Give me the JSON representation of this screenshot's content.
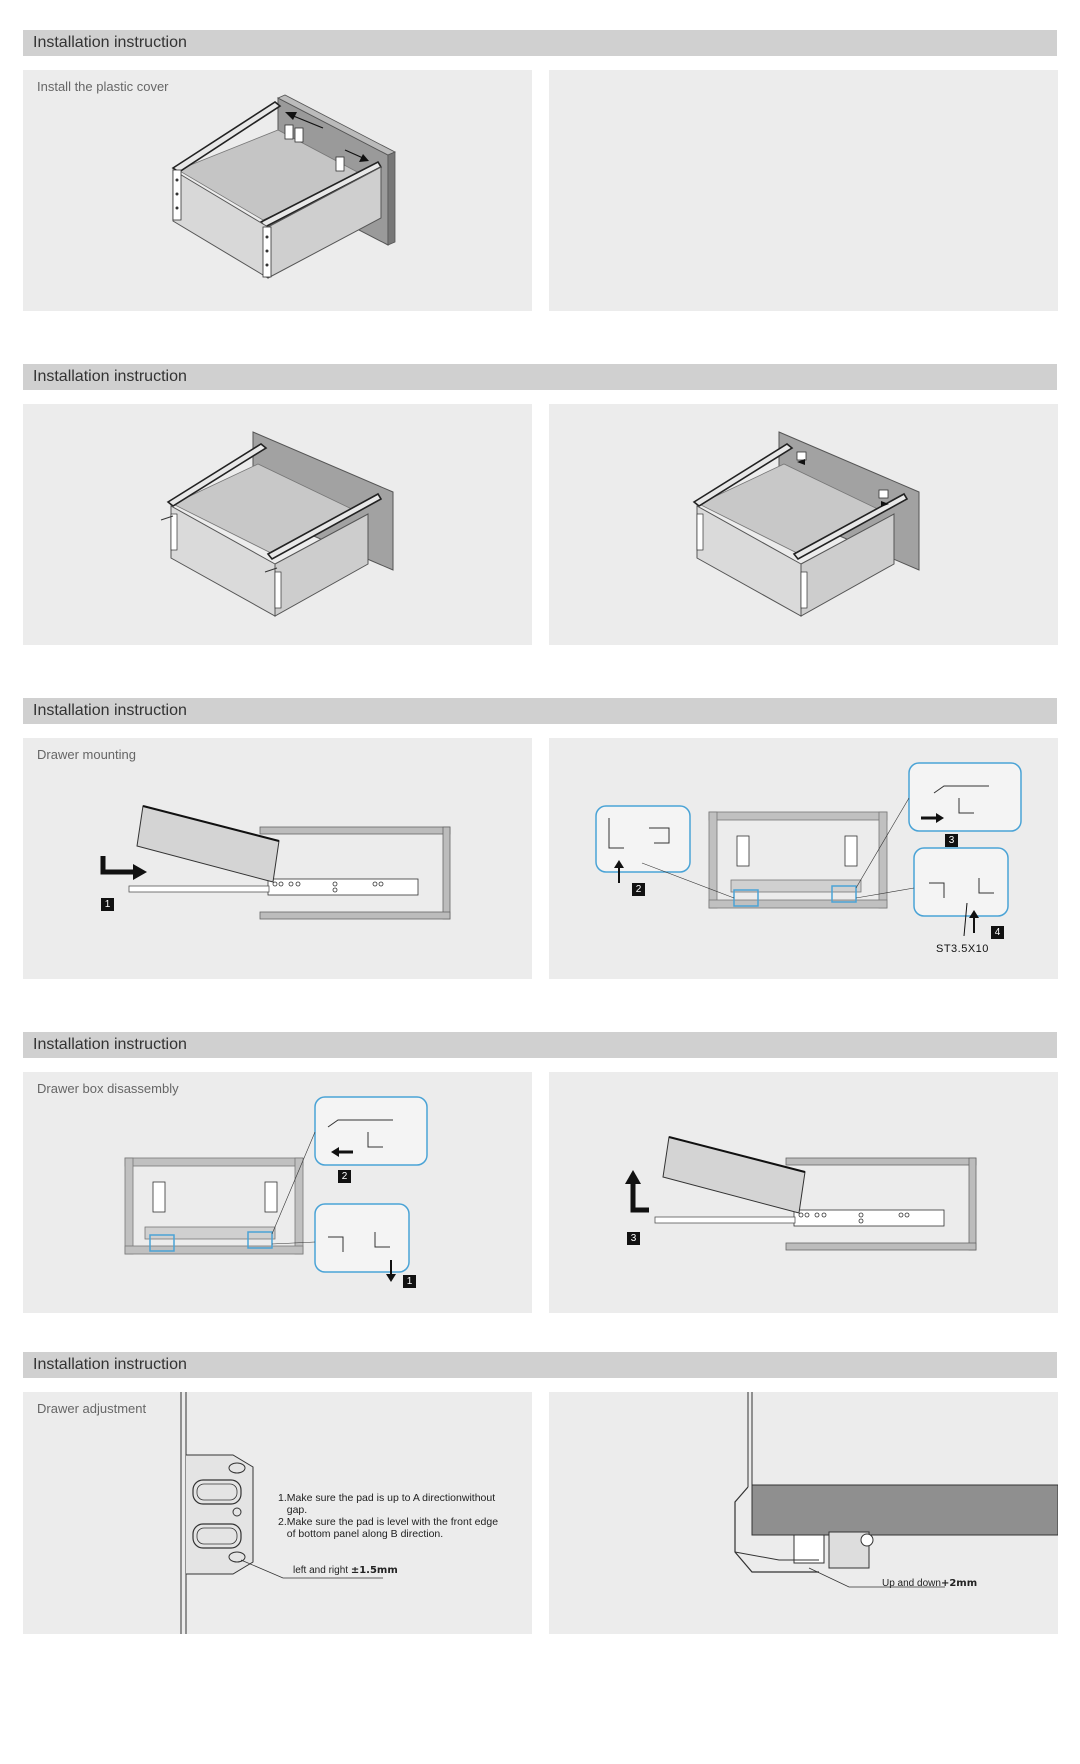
{
  "sections": [
    {
      "header": "Installation instruction",
      "left_caption": "Install the plastic cover",
      "right_caption": ""
    },
    {
      "header": "Installation instruction",
      "left_caption": "",
      "right_caption": ""
    },
    {
      "header": "Installation instruction",
      "left_caption": "Drawer mounting",
      "right_caption": ""
    },
    {
      "header": "Installation instruction",
      "left_caption": "Drawer box disassembly",
      "right_caption": ""
    },
    {
      "header": "Installation instruction",
      "left_caption": "Drawer adjustment",
      "right_caption": ""
    }
  ],
  "mounting": {
    "step1": "1",
    "step2": "2",
    "step3": "3",
    "step4": "4",
    "screw": "ST3.5X10"
  },
  "disassembly": {
    "step1": "1",
    "step2": "2",
    "step3": "3"
  },
  "adjustment": {
    "note_line1": "1.Make sure the pad is up to A directionwithout",
    "note_line2": "   gap.",
    "note_line3": "2.Make sure the pad is level with the front edge",
    "note_line4": "   of bottom panel along B direction.",
    "lr_label": "left and right ",
    "lr_value": "±1.5mm",
    "ud_label": "Up and down",
    "ud_value": "+2mm"
  },
  "colors": {
    "header_bg": "#d0d0d0",
    "panel_bg": "#ececec",
    "accent_blue": "#4aa3d6"
  }
}
